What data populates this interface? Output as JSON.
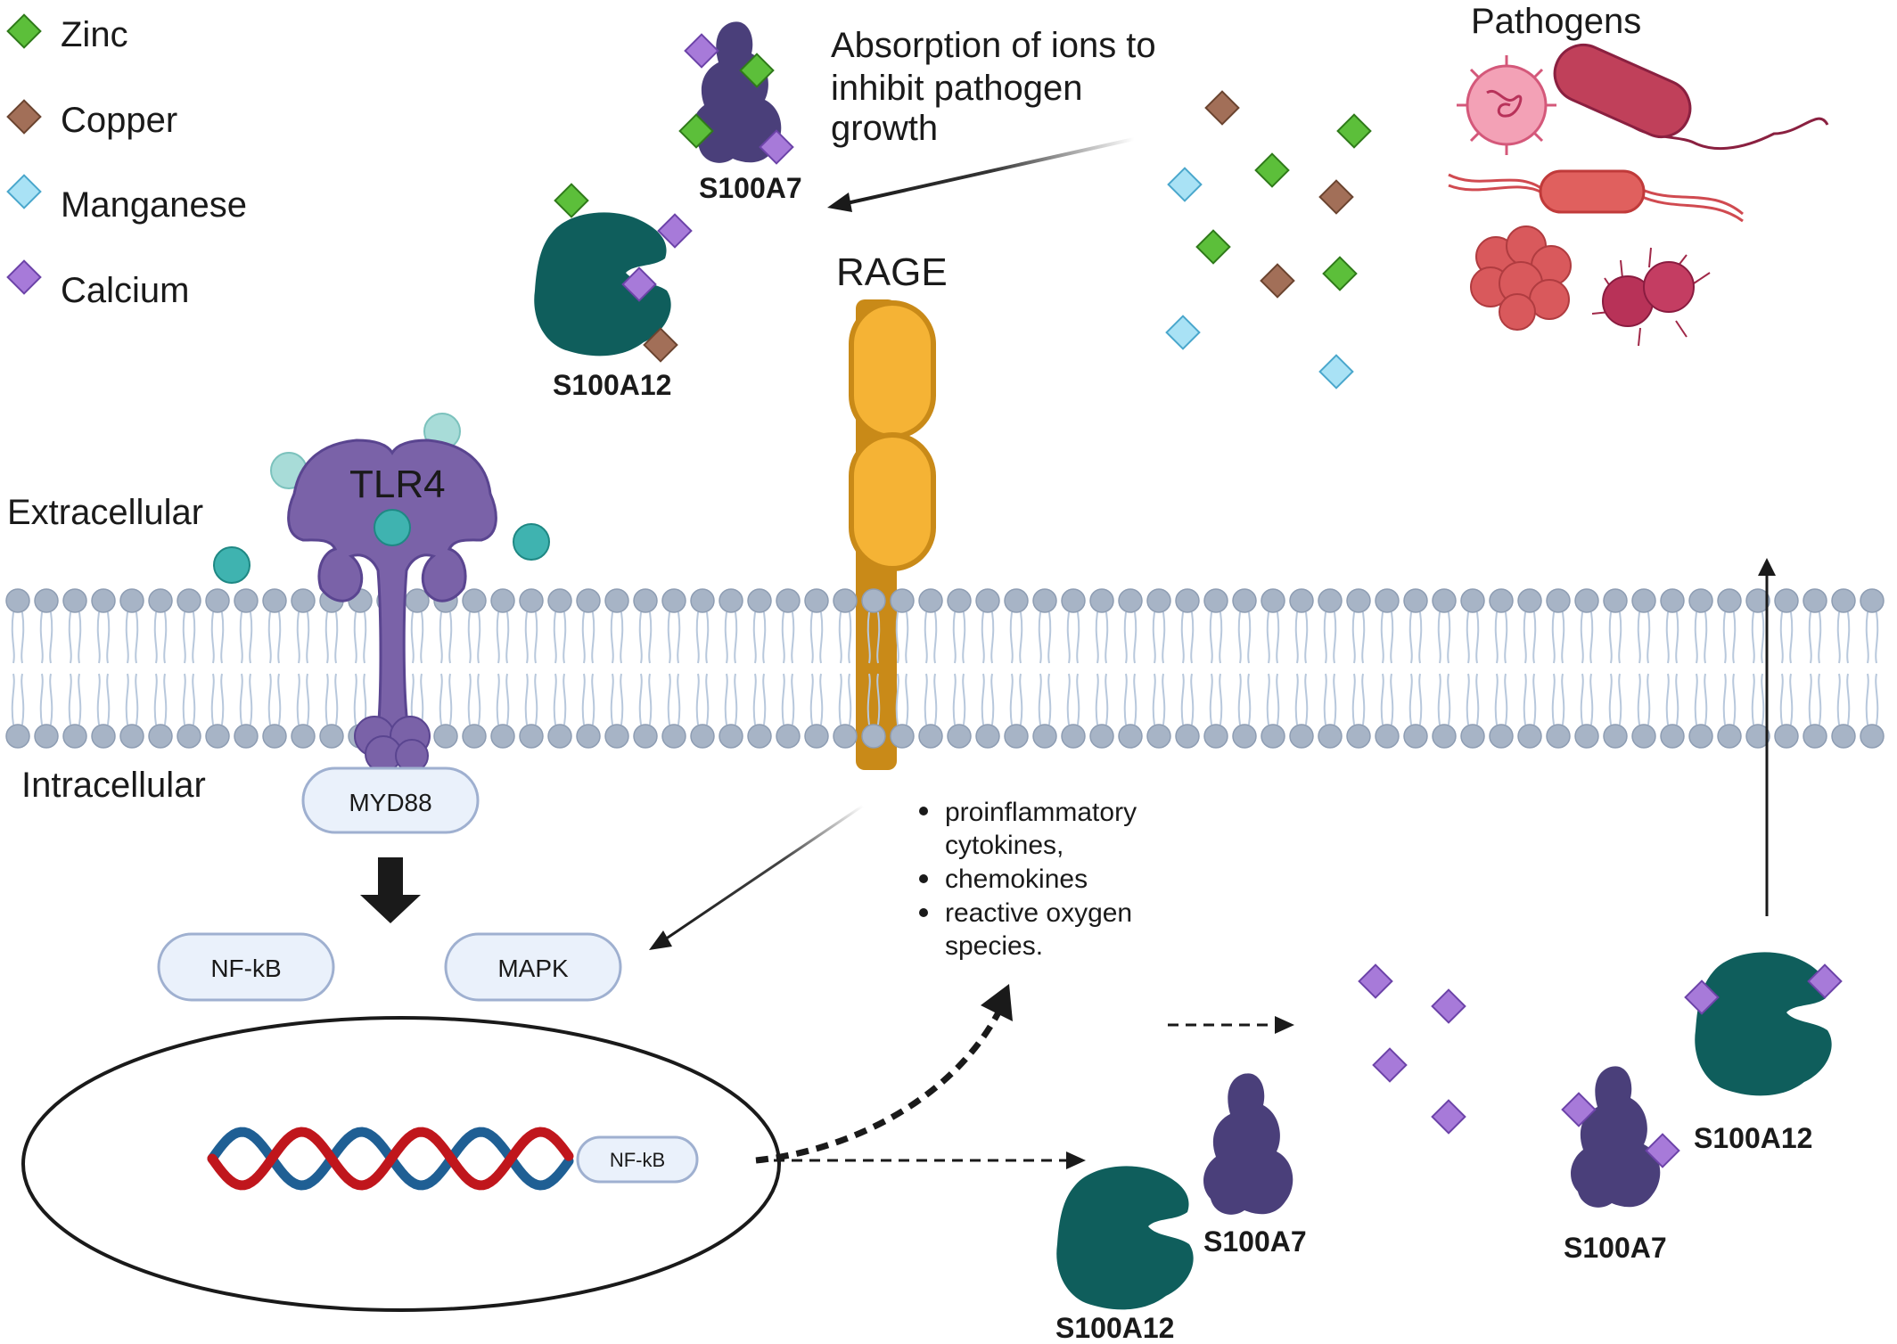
{
  "legend": {
    "items": [
      {
        "label": "Zinc",
        "color": "#5cbf3a"
      },
      {
        "label": "Copper",
        "color": "#a26f58"
      },
      {
        "label": "Manganese",
        "color": "#a9e2f5"
      },
      {
        "label": "Calcium",
        "color": "#a77ad9"
      }
    ]
  },
  "labels": {
    "absorption_line1": "Absorption of ions to",
    "absorption_line2": "inhibit pathogen",
    "absorption_line3": "growth",
    "pathogens": "Pathogens",
    "rage": "RAGE",
    "tlr4": "TLR4",
    "extracellular": "Extracellular",
    "intracellular": "Intracellular",
    "myd88": "MYD88",
    "nfkb": "NF-kB",
    "mapk": "MAPK",
    "nfkb_dna": "NF-kB"
  },
  "proteins": {
    "s100a7_top": "S100A7",
    "s100a12_top": "S100A12",
    "s100a12_bottom": "S100A12",
    "s100a7_bottom": "S100A7",
    "s100a7_right": "S100A7",
    "s100a12_right": "S100A12"
  },
  "bullets": [
    {
      "line1": "proinflammatory",
      "line2": "cytokines,"
    },
    {
      "line1": "chemokines",
      "line2": ""
    },
    {
      "line1": "reactive oxygen",
      "line2": "species."
    }
  ],
  "colors": {
    "s100a7": "#4a3f7a",
    "s100a12": "#0f5e5c",
    "rage": "#f5b335",
    "rage_stroke": "#c98a18",
    "tlr4": "#7a62a8",
    "membrane_head": "#a7b4c6",
    "pill_fill": "#eaf1fb",
    "pill_stroke": "#9fb0d0",
    "dna_red": "#c0161c",
    "dna_blue": "#1f5f94",
    "lps": "#3fb3b0"
  }
}
